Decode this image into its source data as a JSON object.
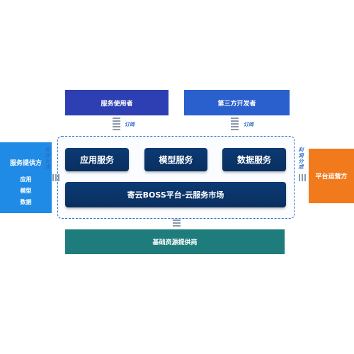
{
  "nodes": {
    "users": "服务使用者",
    "third_party": "第三方开发者",
    "provider": {
      "title": "服务提供方",
      "sub": [
        "应用",
        "模型",
        "数据"
      ]
    },
    "operator": "平台运营方",
    "base": "基础资源提供商"
  },
  "platform": {
    "services": [
      "应用服务",
      "模型服务",
      "数据服务"
    ],
    "market": "寄云BOSS平台-云服务市场"
  },
  "labels": {
    "subscribe": "订阅",
    "share": "利润分成"
  },
  "colors": {
    "users": "#2d3fb3",
    "third_party": "#2a5fce",
    "provider": "#1f8be6",
    "operator": "#f07a1c",
    "base": "#1e7c7c",
    "service_block": "#0b3a73",
    "label": "#2f6fc8"
  }
}
